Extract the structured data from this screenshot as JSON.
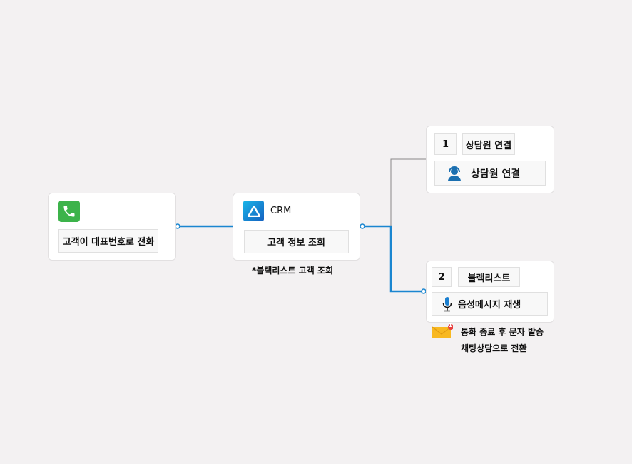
{
  "start": {
    "label": "고객이 대표번호로 전화",
    "icon": "phone-icon"
  },
  "crm": {
    "title": "CRM",
    "action": "고객 정보 조회",
    "note": "*블랙리스트 고객 조회",
    "icon": "crm-logo-icon"
  },
  "branch1": {
    "number": "1",
    "name": "상담원 연결",
    "action": "상담원 연결",
    "icon": "agent-headset-icon"
  },
  "branch2": {
    "number": "2",
    "name": "블랙리스트",
    "action": "음성메시지 재생",
    "icon": "microphone-icon",
    "notes": [
      "통화 종료 후 문자 발송",
      "채팅상담으로 전환"
    ],
    "note_icon": "mail-notification-icon",
    "note_badge": "1"
  },
  "colors": {
    "connector": "#1a86d0",
    "phone": "#3cb34a"
  }
}
